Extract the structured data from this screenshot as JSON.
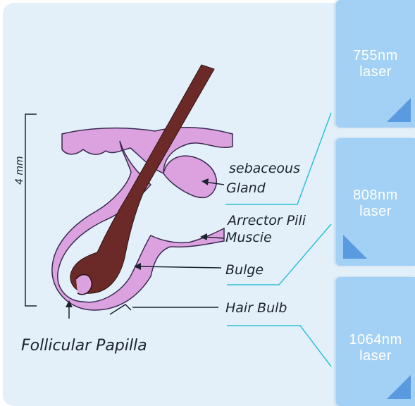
{
  "lasers": [
    {
      "wavelength": "755nm",
      "word": "laser"
    },
    {
      "wavelength": "808nm",
      "word": "laser"
    },
    {
      "wavelength": "1064nm",
      "word": "laser"
    }
  ],
  "labels": {
    "sebaceous": "sebaceous",
    "gland": "Gland",
    "arrector": "Arrector Pili",
    "muscle": "Muscie",
    "bulge": "Bulge",
    "hair_bulb": "Hair Bulb",
    "papilla": "Follicular Papilla",
    "depth": "4 mm"
  },
  "colors": {
    "panel": "#e3f0fa",
    "card": "#a3d1f6",
    "tissue": "#dca2e0",
    "hair": "#6b2a28",
    "connector": "#2fc0d6"
  }
}
